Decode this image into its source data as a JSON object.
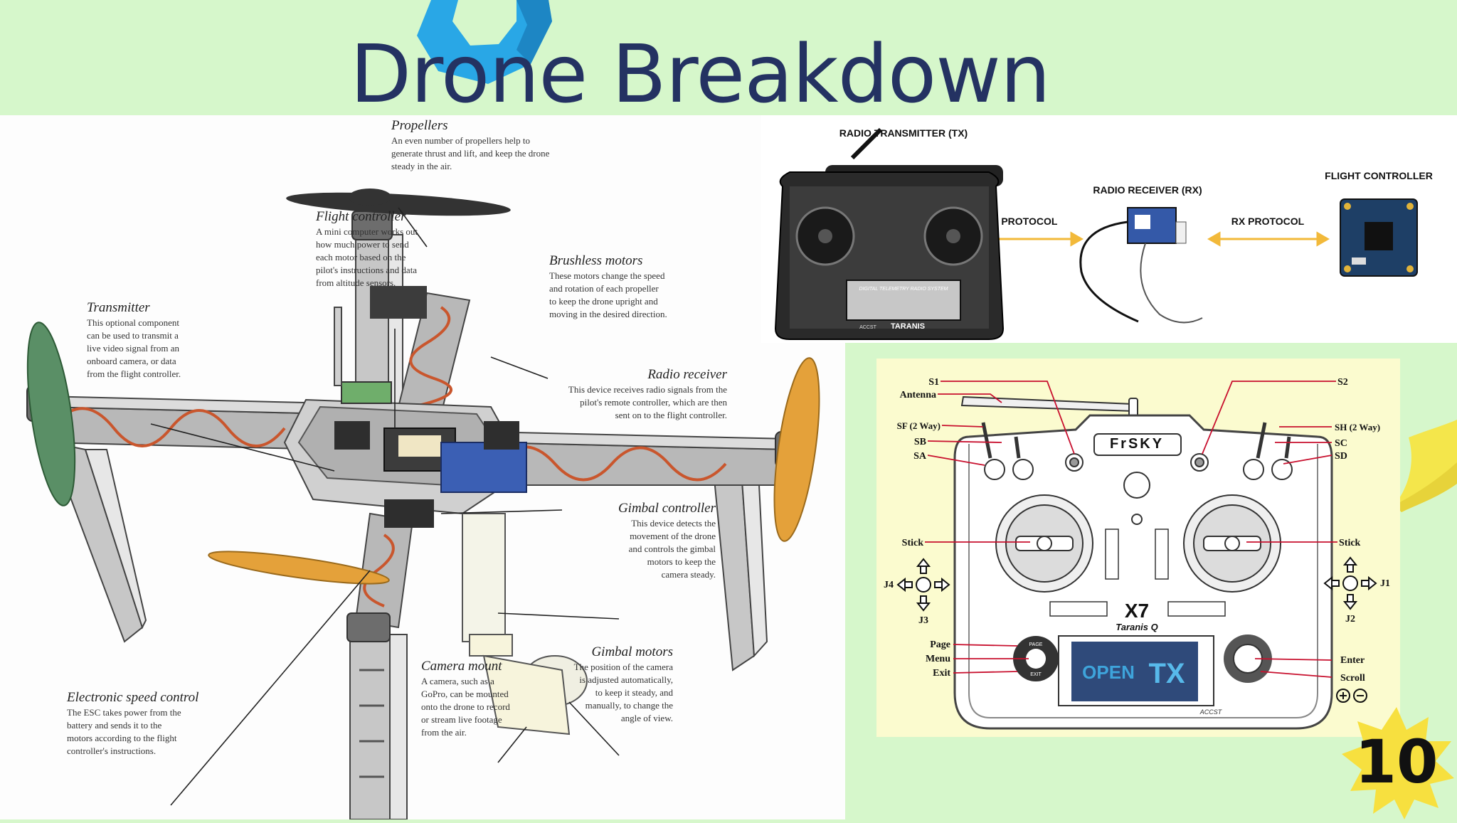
{
  "slide": {
    "title": "Drone Breakdown",
    "page_number": "10",
    "colors": {
      "background": "#d6f7cb",
      "title": "#243262",
      "accent_blue": "#29a7e6",
      "accent_yellow": "#f4e64b",
      "star": "#f7e03f"
    }
  },
  "drone_diagram": {
    "labels": [
      {
        "id": "propellers",
        "heading": "Propellers",
        "lines": [
          "An even number of propellers help to",
          "generate thrust and lift, and keep the drone",
          "steady in the air."
        ]
      },
      {
        "id": "flight-controller",
        "heading": "Flight controller",
        "lines": [
          "A mini computer works out",
          "how much power to send",
          "each motor based on the",
          "pilot's instructions and data",
          "from altitude sensors."
        ]
      },
      {
        "id": "brushless-motors",
        "heading": "Brushless motors",
        "lines": [
          "These motors change the speed",
          "and rotation of each propeller",
          "to keep the drone upright and",
          "moving in the desired direction."
        ]
      },
      {
        "id": "transmitter",
        "heading": "Transmitter",
        "lines": [
          "This optional component",
          "can be used to transmit a",
          "live video signal from an",
          "onboard camera, or data",
          "from the flight controller."
        ]
      },
      {
        "id": "radio-receiver",
        "heading": "Radio receiver",
        "lines": [
          "This device receives radio signals from the",
          "pilot's remote controller, which are then",
          "sent on to the flight controller."
        ]
      },
      {
        "id": "gimbal-controller",
        "heading": "Gimbal controller",
        "lines": [
          "This device detects the",
          "movement of the drone",
          "and controls the gimbal",
          "motors to keep the",
          "camera steady."
        ]
      },
      {
        "id": "gimbal-motors",
        "heading": "Gimbal motors",
        "lines": [
          "The position of the camera",
          "is adjusted automatically,",
          "to keep it steady, and",
          "manually, to change the",
          "angle of view."
        ]
      },
      {
        "id": "camera-mount",
        "heading": "Camera mount",
        "lines": [
          "A camera, such as a",
          "GoPro, can be mounted",
          "onto the drone to record",
          "or stream live footage",
          "from the air."
        ]
      },
      {
        "id": "esc",
        "heading": "Electronic speed control",
        "lines": [
          "The ESC takes power from the",
          "battery and sends it to the",
          "motors according to the flight",
          "controller's instructions."
        ]
      }
    ]
  },
  "signal_chain": {
    "transmitter_label": "RADIO TRANSMITTER (TX)",
    "receiver_label": "RADIO RECEIVER (RX)",
    "controller_label": "FLIGHT CONTROLLER",
    "tx_protocol": "TX PROTOCOL",
    "rx_protocol": "RX PROTOCOL",
    "tx_screen_caption": "DIGITAL TELEMETRY RADIO SYSTEM",
    "tx_brand": "TARANIS",
    "tx_maker": "ACCST"
  },
  "controller_diagram": {
    "brand": "FrSKY",
    "model": "X7",
    "model_sub": "Taranis Q",
    "maker": "ACCST",
    "screen_open": "OPEN",
    "screen_tx": "TX",
    "page_btn": "PAGE",
    "exit_btn": "EXIT",
    "left_labels": {
      "s1": "S1",
      "antenna": "Antenna",
      "sf": "SF (2 Way)",
      "sb": "SB",
      "sa": "SA",
      "stick": "Stick",
      "j4": "J4",
      "j3": "J3",
      "page": "Page",
      "menu": "Menu",
      "exit": "Exit"
    },
    "right_labels": {
      "s2": "S2",
      "sh": "SH (2 Way)",
      "sc": "SC",
      "sd": "SD",
      "stick": "Stick",
      "j1": "J1",
      "j2": "J2",
      "enter": "Enter",
      "scroll": "Scroll"
    }
  }
}
